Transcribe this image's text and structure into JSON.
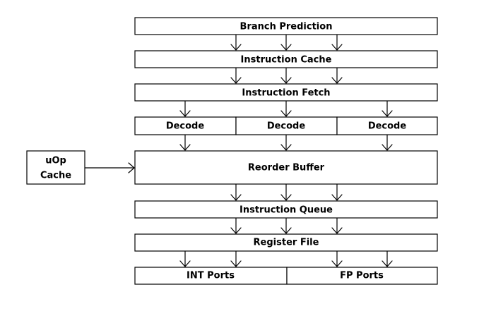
{
  "diagram": {
    "branch_prediction": "Branch Prediction",
    "instruction_cache": "Instruction Cache",
    "instruction_fetch": "Instruction Fetch",
    "decode": [
      "Decode",
      "Decode",
      "Decode"
    ],
    "uop_cache": [
      "uOp",
      "Cache"
    ],
    "reorder_buffer": "Reorder Buffer",
    "instruction_queue": "Instruction Queue",
    "register_file": "Register File",
    "int_ports": "INT Ports",
    "fp_ports": "FP Ports"
  }
}
